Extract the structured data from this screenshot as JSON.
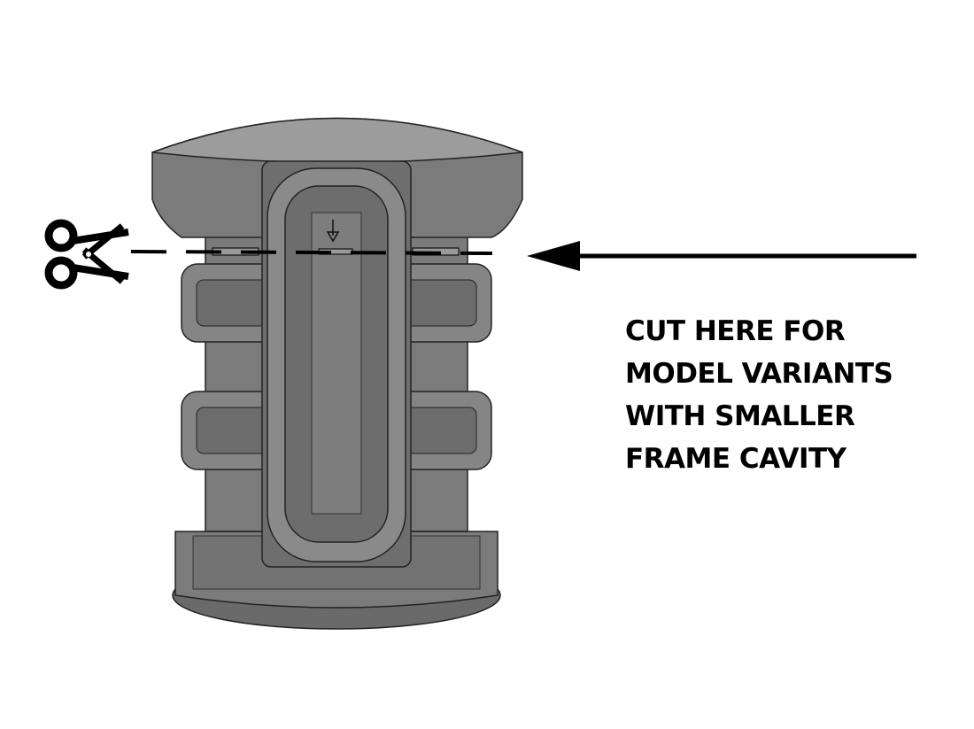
{
  "instruction": {
    "lines": [
      "CUT HERE FOR",
      "MODEL VARIANTS",
      "WITH SMALLER",
      "FRAME CAVITY"
    ]
  },
  "colors": {
    "body": "#7b7b7b",
    "body_dark": "#5e5e5e",
    "cap_top": "#9c9c9c",
    "line": "#000000"
  },
  "icons": [
    "scissors-icon",
    "arrow-left-icon",
    "arrow-down-icon"
  ]
}
